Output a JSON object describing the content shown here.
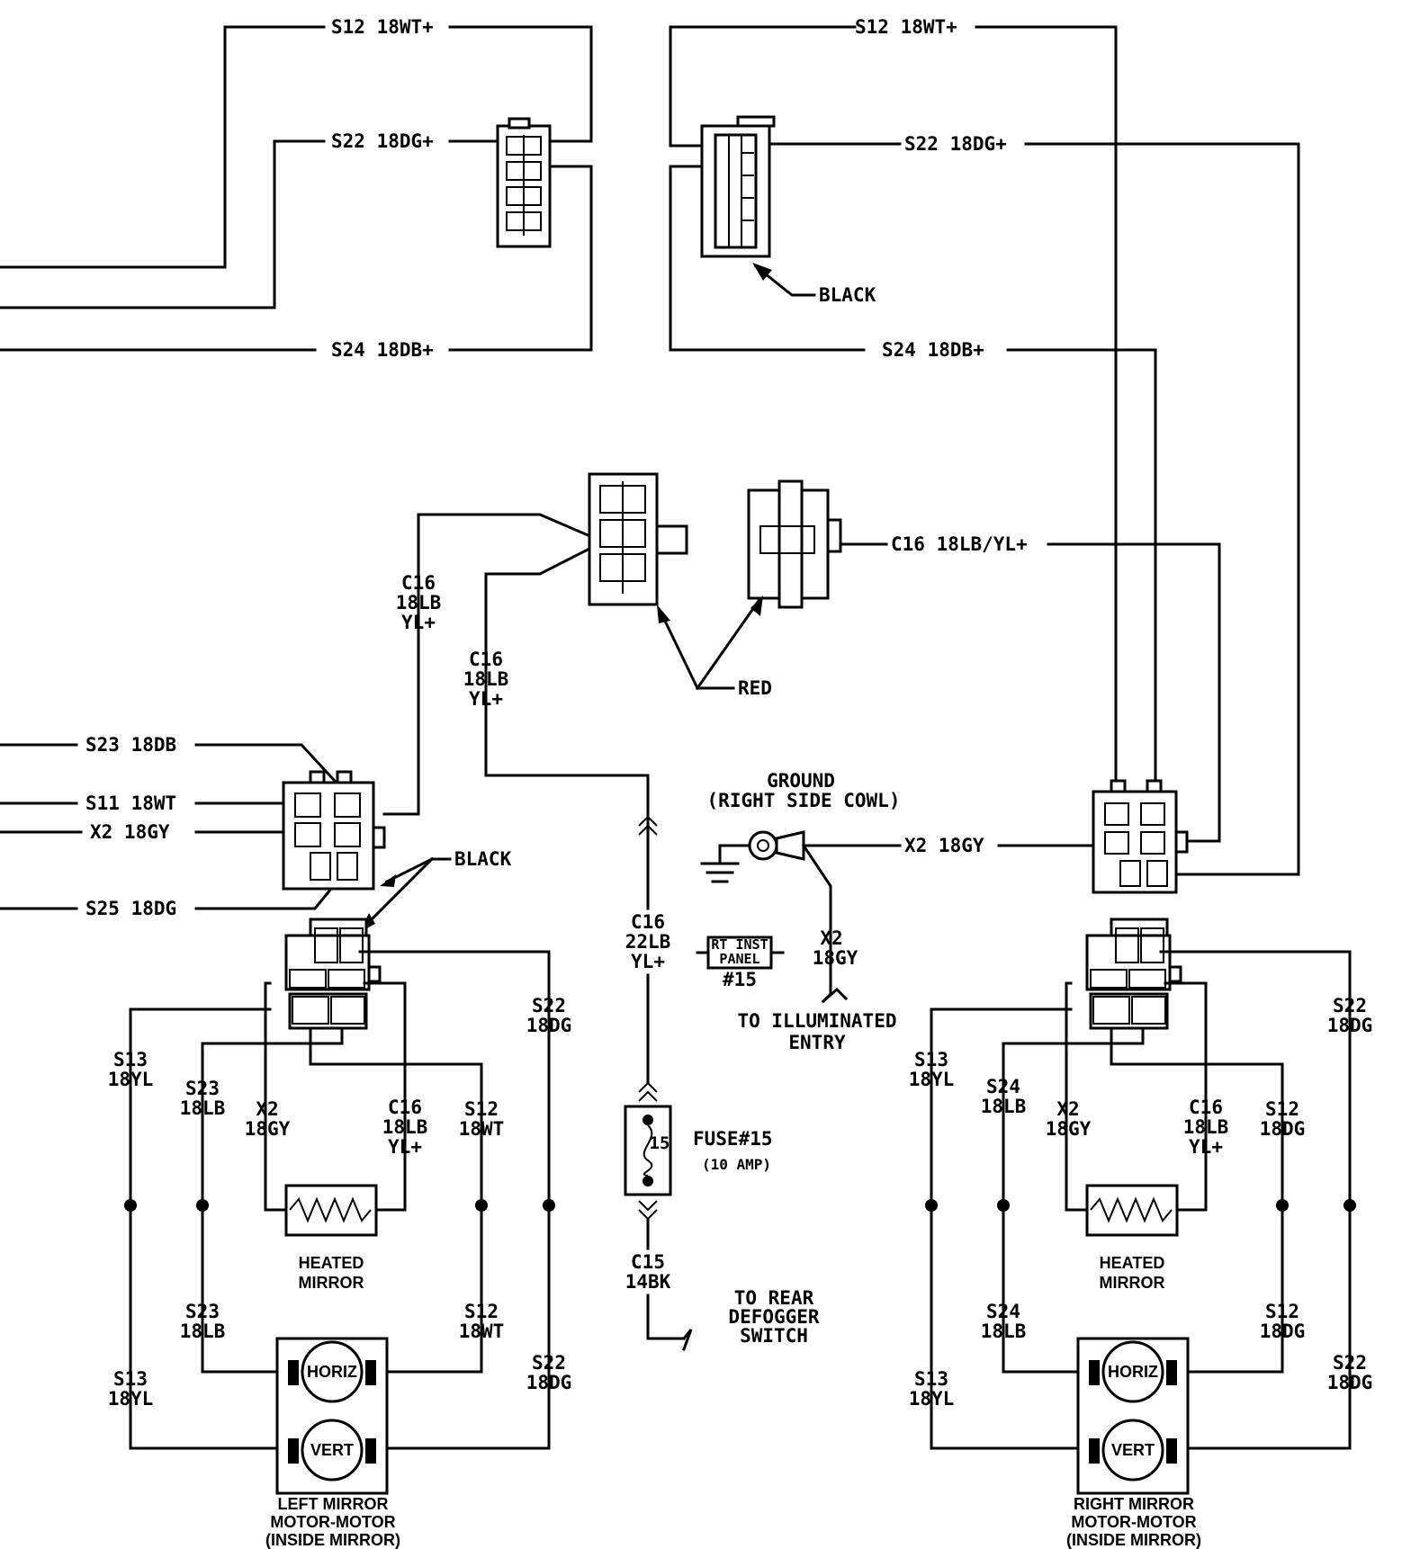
{
  "colors": {
    "line": "#000000",
    "background": "#ffffff"
  },
  "top": {
    "left_s12": "S12 18WT+",
    "left_s22": "S22 18DG+",
    "left_s24": "S24 18DB+",
    "right_s12": "S12 18WT+",
    "right_s22": "S22 18DG+",
    "right_s24": "S24 18DB+",
    "black_callout": "BLACK"
  },
  "middle": {
    "c16_right_label": "C16 18LB/YL+",
    "c16_a": [
      "C16",
      "18LB",
      "YL+"
    ],
    "c16_b": [
      "C16",
      "18LB",
      "YL+"
    ],
    "red_callout": "RED"
  },
  "left_switch": {
    "s23": "S23 18DB",
    "s11": "S11 18WT",
    "x2": "X2 18GY",
    "s25": "S25 18DG",
    "black_callout": "BLACK"
  },
  "ground": {
    "title_line1": "GROUND",
    "title_line2": "(RIGHT SIDE COWL)",
    "x2_label": "X2 18GY",
    "x2_vertical": [
      "X2",
      "18GY"
    ],
    "rt_inst_panel": [
      "RT INST",
      "PANEL"
    ],
    "fuse_ref": "#15",
    "to_illuminated": [
      "TO ILLUMINATED",
      "ENTRY"
    ]
  },
  "fuse": {
    "c16_feed": [
      "C16",
      "22LB",
      "YL+"
    ],
    "number": "15",
    "label": "FUSE#15",
    "rating": "(10 AMP)",
    "c15": [
      "C15",
      "14BK"
    ],
    "to_rear": [
      "TO REAR",
      "DEFOGGER",
      "SWITCH"
    ]
  },
  "left_mirror": {
    "s13_upper": [
      "S13",
      "18YL"
    ],
    "s23_upper": [
      "S23",
      "18LB"
    ],
    "x2": [
      "X2",
      "18GY"
    ],
    "c16": [
      "C16",
      "18LB",
      "YL+"
    ],
    "s12_upper": [
      "S12",
      "18WT"
    ],
    "s22_upper": [
      "S22",
      "18DG"
    ],
    "heated": [
      "HEATED",
      "MIRROR"
    ],
    "s23_lower": [
      "S23",
      "18LB"
    ],
    "s12_lower": [
      "S12",
      "18WT"
    ],
    "s13_lower": [
      "S13",
      "18YL"
    ],
    "s22_lower": [
      "S22",
      "18DG"
    ],
    "horiz": "HORIZ",
    "vert": "VERT",
    "caption": [
      "LEFT MIRROR",
      "MOTOR-MOTOR",
      "(INSIDE MIRROR)"
    ]
  },
  "right_mirror": {
    "s13_upper": [
      "S13",
      "18YL"
    ],
    "s24_upper": [
      "S24",
      "18LB"
    ],
    "x2": [
      "X2",
      "18GY"
    ],
    "c16": [
      "C16",
      "18LB",
      "YL+"
    ],
    "s12_upper": [
      "S12",
      "18DG"
    ],
    "s22_upper": [
      "S22",
      "18DG"
    ],
    "heated": [
      "HEATED",
      "MIRROR"
    ],
    "s24_lower": [
      "S24",
      "18LB"
    ],
    "s12_lower": [
      "S12",
      "18DG"
    ],
    "s13_lower": [
      "S13",
      "18YL"
    ],
    "s22_lower": [
      "S22",
      "18DG"
    ],
    "horiz": "HORIZ",
    "vert": "VERT",
    "caption": [
      "RIGHT MIRROR",
      "MOTOR-MOTOR",
      "(INSIDE MIRROR)"
    ]
  }
}
